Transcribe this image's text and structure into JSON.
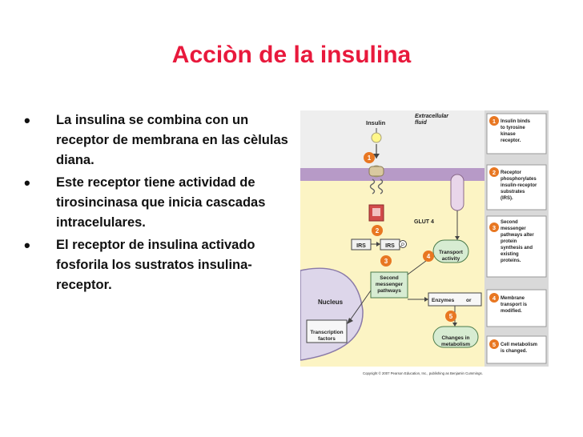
{
  "slide": {
    "title": "Acciòn de la insulina",
    "bullets": [
      "La insulina se combina con un receptor de membrana en las cèlulas diana.",
      "Este receptor tiene actividad de tirosincinasa que inicia cascadas intracelulares.",
      "El receptor de insulina activado fosforila los sustratos insulina-receptor."
    ]
  },
  "figure": {
    "extracellular_label": "Extracellular fluid",
    "insulin_label": "Insulin",
    "glut4_label": "GLUT 4",
    "irs_label": "IRS",
    "irs_p_label": "IRS",
    "p_label": "P",
    "second_messenger_label": "Second messenger pathways",
    "transport_label": "Transport activity",
    "nucleus_label": "Nucleus",
    "enzymes_label": "Enzymes",
    "or_label": "or",
    "transcription_label": "Transcription factors",
    "changes_label": "Changes in metabolism",
    "copyright": "Copyright © 2007 Pearson Education, Inc., publishing as Benjamin Cummings.",
    "steps": [
      {
        "num": "1",
        "text": "Insulin binds to tyrosine kinase receptor."
      },
      {
        "num": "2",
        "text": "Receptor phosphorylates insulin-receptor substrates (IRS)."
      },
      {
        "num": "3",
        "text": "Second messenger pathways alter protein synthesis and existing proteins."
      },
      {
        "num": "4",
        "text": "Membrane transport is modified."
      },
      {
        "num": "5",
        "text": "Cell metabolism is changed."
      }
    ],
    "colors": {
      "extracellular": "#eeeeee",
      "cytoplasm": "#fcf4c4",
      "membrane": "#b79ac7",
      "badge": "#e87722",
      "box_green": "#d7ecd2",
      "nucleus": "#ddd6ea",
      "panel": "#d9d9d9"
    }
  }
}
